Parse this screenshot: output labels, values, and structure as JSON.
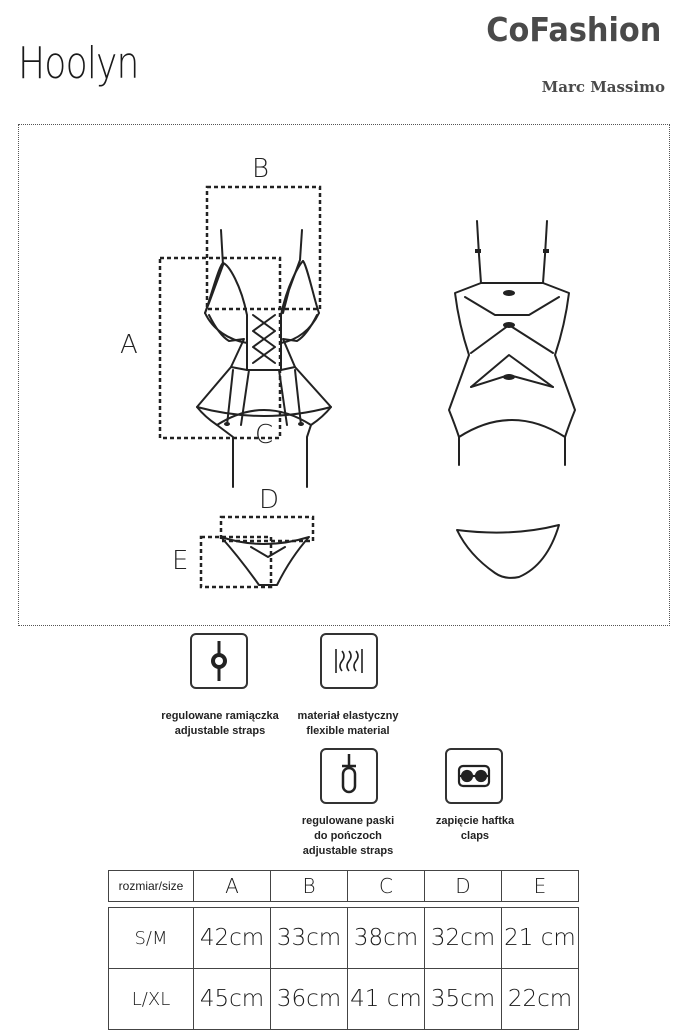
{
  "header": {
    "product_name": "Hoolyn",
    "brand": "CoFashion",
    "sub_brand": "Marc Massimo"
  },
  "diagram": {
    "labels": {
      "a": "A",
      "b": "B",
      "c": "C",
      "d": "D",
      "e": "E"
    }
  },
  "features": [
    {
      "icon": "adjustable-strap-icon",
      "lines": [
        "regulowane ramiączka",
        "adjustable straps"
      ]
    },
    {
      "icon": "flexible-material-icon",
      "lines": [
        "materiał elastyczny",
        "flexible material"
      ]
    },
    {
      "icon": "garter-strap-icon",
      "lines": [
        "regulowane paski",
        "do pończoch",
        "adjustable straps"
      ]
    },
    {
      "icon": "hook-clasp-icon",
      "lines": [
        "zapięcie haftka",
        "claps"
      ]
    }
  ],
  "size_table": {
    "header": [
      "rozmiar/size",
      "A",
      "B",
      "C",
      "D",
      "E"
    ],
    "rows": [
      [
        "S/M",
        "42cm",
        "33cm",
        "38cm",
        "32cm",
        "21 cm"
      ],
      [
        "L/XL",
        "45cm",
        "36cm",
        "41 cm",
        "35cm",
        "22cm"
      ]
    ]
  }
}
